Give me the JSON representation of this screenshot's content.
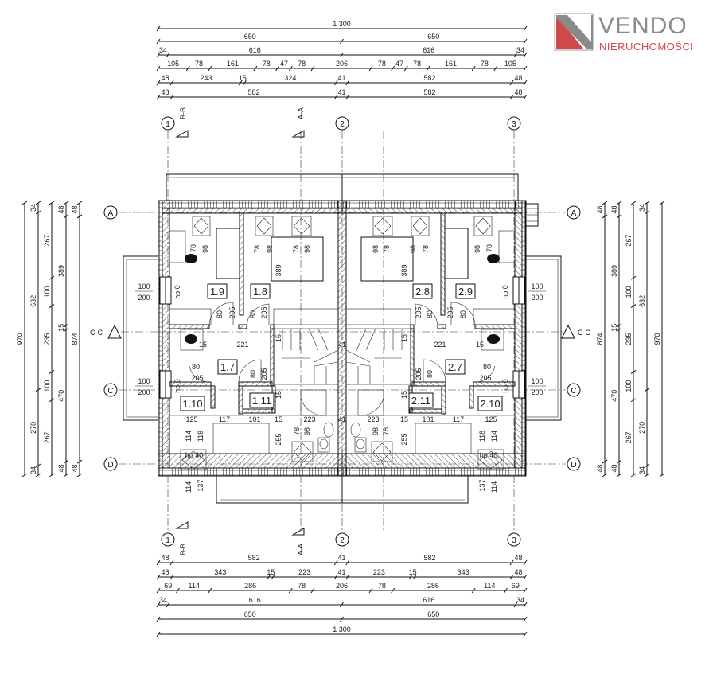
{
  "logo": {
    "name": "VENDO",
    "tagline": "NIERUCHOMOŚCI",
    "colors": {
      "grey": "#8a8a8a",
      "red": "#d0494a"
    }
  },
  "dimensions": {
    "top": [
      [
        "1 300"
      ],
      [
        "650",
        "650"
      ],
      [
        "34",
        "616",
        "616",
        "34"
      ],
      [
        "105",
        "78",
        "161",
        "78",
        "47",
        "78",
        "206",
        "78",
        "47",
        "78",
        "161",
        "78",
        "105"
      ],
      [
        "48",
        "243",
        "15",
        "324",
        "41",
        "582",
        "48"
      ],
      [
        "48",
        "582",
        "41",
        "582",
        "48"
      ]
    ],
    "bottom": [
      [
        "48",
        "582",
        "41",
        "582",
        "48"
      ],
      [
        "48",
        "343",
        "15",
        "223",
        "41",
        "223",
        "15",
        "343",
        "48"
      ],
      [
        "69",
        "114",
        "286",
        "78",
        "206",
        "78",
        "286",
        "114",
        "69"
      ],
      [
        "34",
        "616",
        "616",
        "34"
      ],
      [
        "650",
        "650"
      ],
      [
        "1 300"
      ]
    ],
    "left": [
      [
        "970"
      ],
      [
        "34",
        "632",
        "270",
        "34"
      ],
      [
        "267",
        "100",
        "235",
        "100",
        "267"
      ],
      [
        "48",
        "389",
        "15",
        "470",
        "48"
      ],
      [
        "48",
        "874",
        "48"
      ]
    ],
    "right": [
      [
        "48",
        "874",
        "48"
      ],
      [
        "48",
        "389",
        "15",
        "470",
        "48"
      ],
      [
        "267",
        "100",
        "235",
        "100",
        "267"
      ],
      [
        "34",
        "632",
        "270",
        "34"
      ],
      [
        "970"
      ]
    ]
  },
  "grid": {
    "columns": [
      "1",
      "2",
      "3"
    ],
    "rows": [
      "A",
      "C",
      "D"
    ]
  },
  "sections": {
    "bb": "B-B",
    "aa": "A-A",
    "cc": "C-C"
  },
  "rooms": {
    "left": [
      "1.9",
      "1.8",
      "1.7",
      "1.10",
      "1.11"
    ],
    "right": [
      "2.9",
      "2.8",
      "2.7",
      "2.10",
      "2.11"
    ]
  },
  "window_labels": {
    "top": "100",
    "bottom": "200"
  },
  "center_dims": [
    "41",
    "41"
  ],
  "inner_dims": {
    "left": [
      "78",
      "98",
      "78",
      "98",
      "389",
      "78",
      "98",
      "hp 0",
      "80",
      "205",
      "80",
      "205",
      "15",
      "221",
      "80",
      "205",
      "80",
      "205",
      "15",
      "125",
      "117",
      "101",
      "15",
      "223",
      "255",
      "78",
      "98",
      "114",
      "118",
      "hp 40",
      "114",
      "137",
      "hp 0",
      "15"
    ],
    "right": [
      "78",
      "98",
      "78",
      "98",
      "389",
      "78",
      "98",
      "hp 0",
      "80",
      "205",
      "80",
      "205",
      "15",
      "221",
      "80",
      "205",
      "80",
      "205",
      "15",
      "125",
      "117",
      "101",
      "15",
      "223",
      "255",
      "78",
      "98",
      "114",
      "118",
      "hp 40",
      "114",
      "137",
      "hp 0",
      "15"
    ]
  }
}
